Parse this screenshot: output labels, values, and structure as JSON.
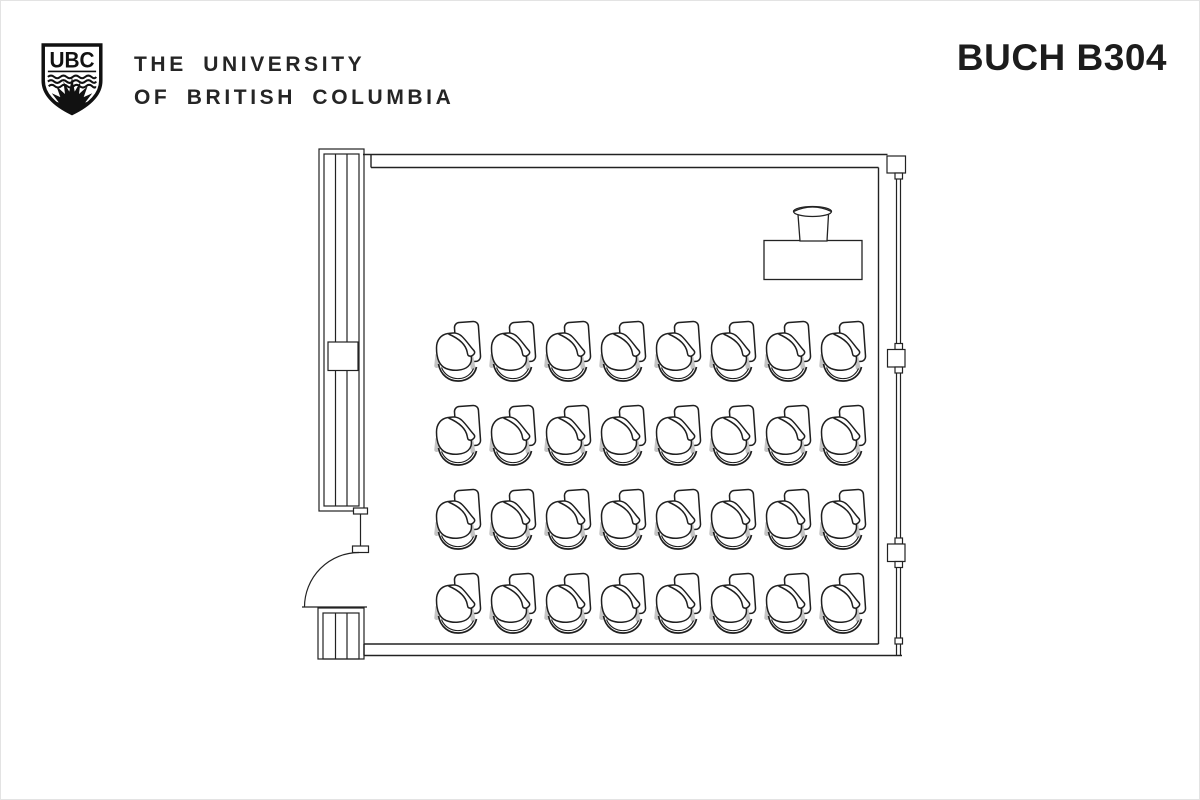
{
  "header": {
    "logo_acronym": "UBC",
    "university_line1": "THE UNIVERSITY",
    "university_line2": "OF BRITISH COLUMBIA",
    "room_title": "BUCH B304"
  },
  "floor_plan": {
    "room_name": "BUCH B304",
    "seating": {
      "rows": 4,
      "seats_per_row": 8,
      "total_seats": 32,
      "seat_type": "tablet-arm chair"
    },
    "fixtures": {
      "lectern": "lectern on table at front-right",
      "door": "out-swinging door at lower-left",
      "window_left": "window wall on left side",
      "window_right": "window wall on right side"
    },
    "colors": {
      "line": "#222222",
      "background": "#ffffff",
      "seat_accent": "#c4c4c4"
    },
    "layout": {
      "row_y": [
        320,
        404,
        488,
        572
      ],
      "col_x": [
        434,
        489,
        544,
        599,
        654,
        709,
        764,
        819
      ]
    }
  }
}
